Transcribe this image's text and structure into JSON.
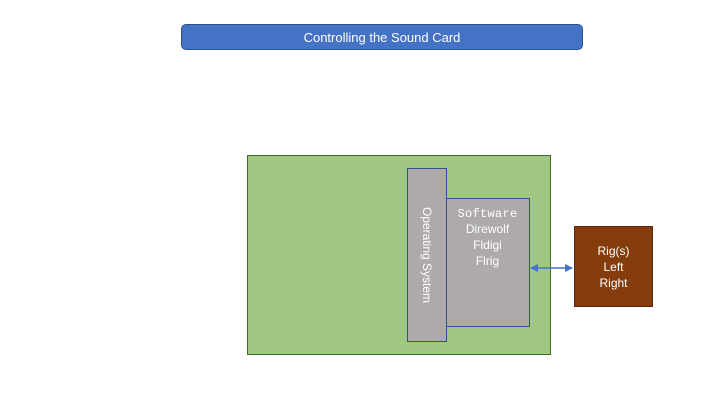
{
  "diagram": {
    "title": "Controlling the Sound Card",
    "operating_system": "Operating System",
    "software": {
      "heading": "Software",
      "items": [
        "Direwolf",
        "Fldigi",
        "Flrig"
      ]
    },
    "rig": {
      "lines": [
        "Rig(s)",
        "Left",
        "Right"
      ]
    }
  },
  "colors": {
    "title_fill": "#4472c4",
    "computer_fill": "#a0c882",
    "os_fill": "#aeaaaa",
    "software_fill": "#aeaaaa",
    "rig_fill": "#843c0c",
    "connector": "#4472c4"
  }
}
